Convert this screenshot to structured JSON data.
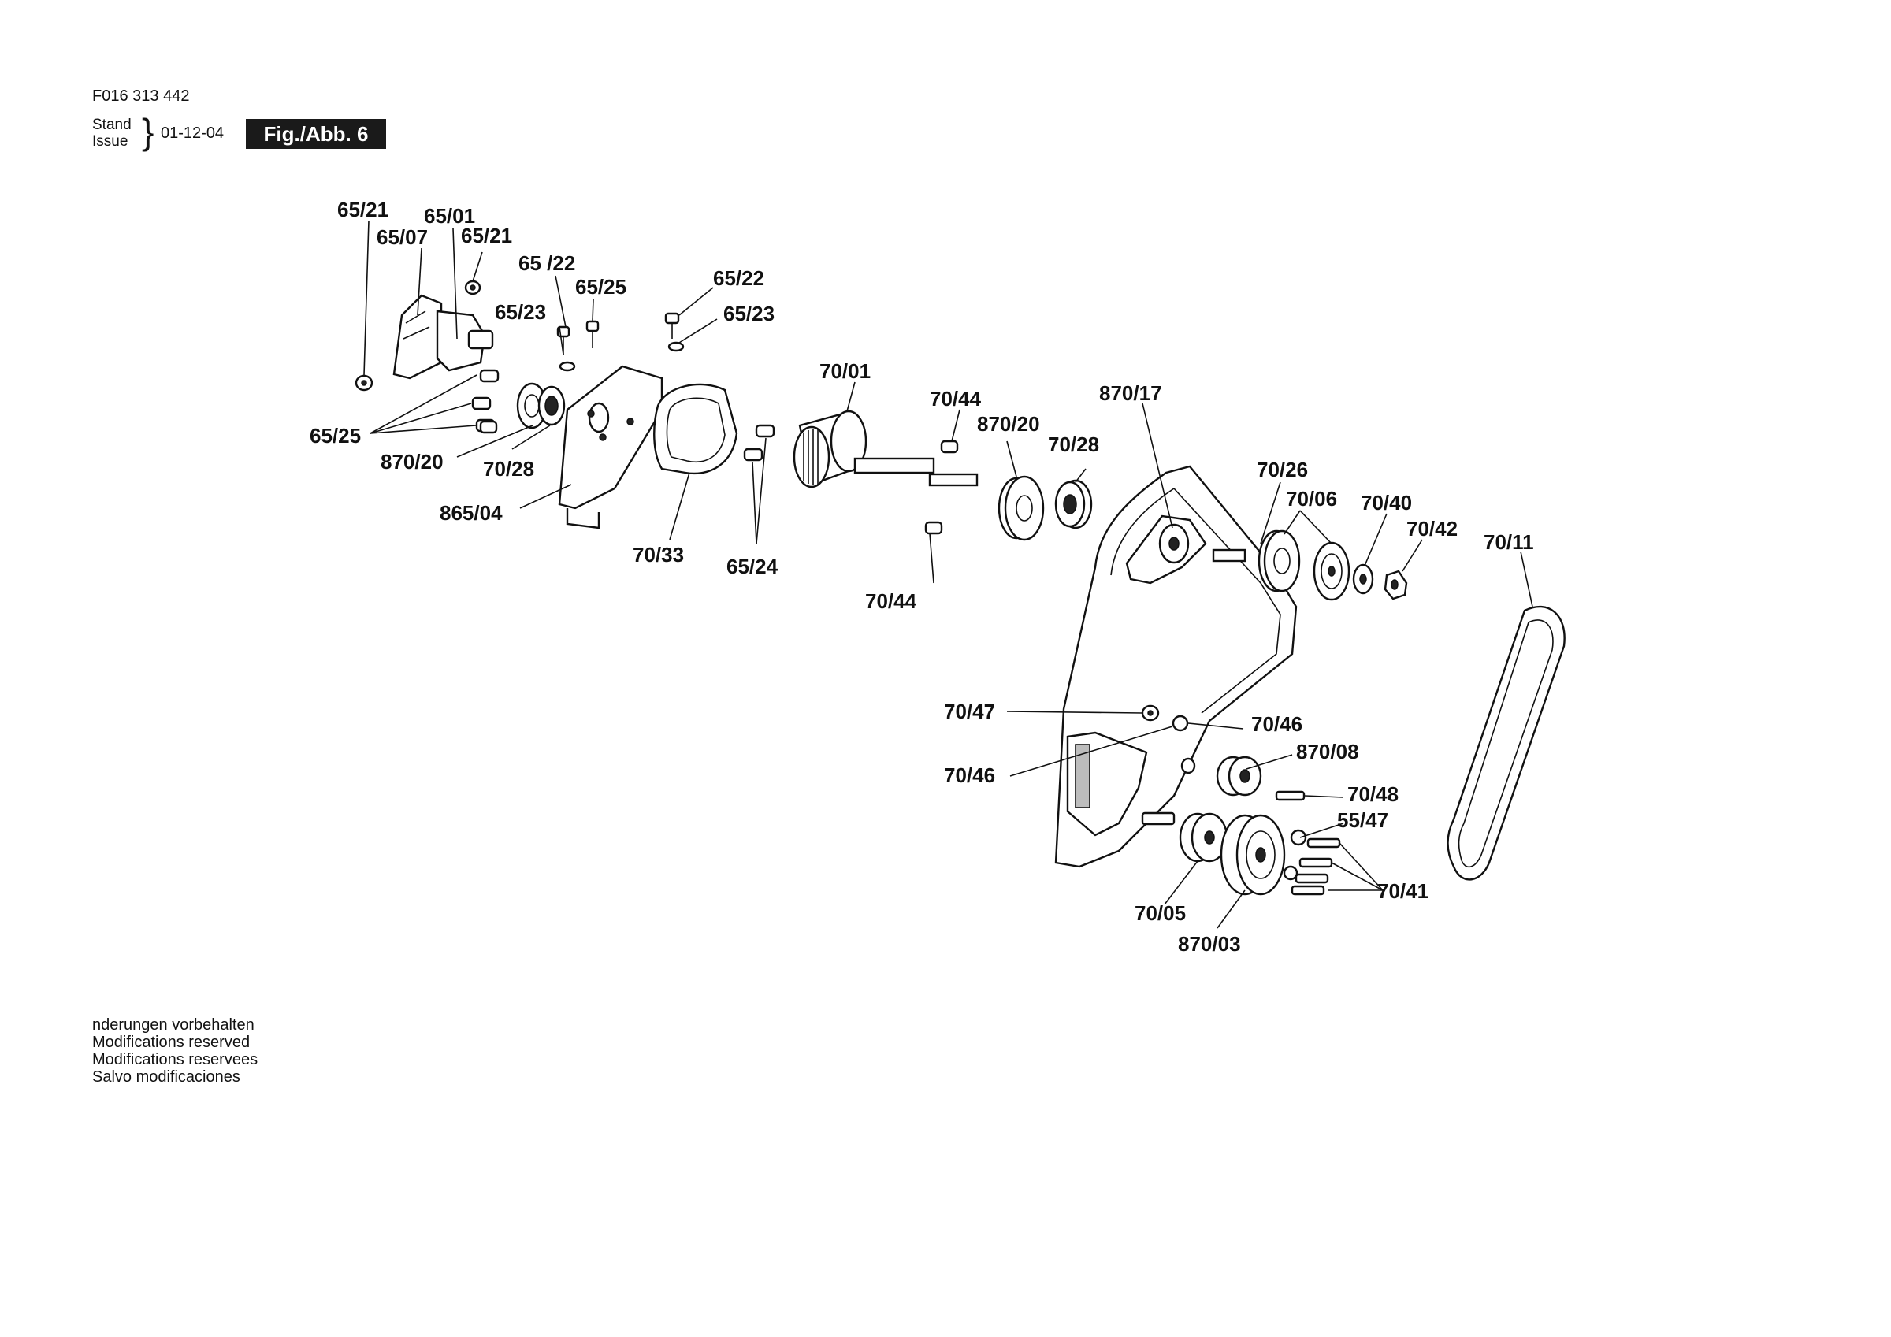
{
  "header": {
    "doc_number": "F016 313 442",
    "stand_label": "Stand",
    "issue_label": "Issue",
    "issue_date": "01-12-04",
    "figure": "Fig./Abb. 6"
  },
  "footer": {
    "lines": [
      "nderungen vorbehalten",
      "Modifications reserved",
      "Modifications reservees",
      "Salvo modificaciones"
    ]
  },
  "labels": {
    "l_65_21_a": "65/21",
    "l_65_01": "65/01",
    "l_65_07": "65/07",
    "l_65_21_b": "65/21",
    "l_65_22_a": "65 /22",
    "l_65_25_a": "65/25",
    "l_65_22_b": "65/22",
    "l_65_23_a": "65/23",
    "l_65_23_b": "65/23",
    "l_65_25_b": "65/25",
    "l_870_20_a": "870/20",
    "l_70_28_a": "70/28",
    "l_865_04": "865/04",
    "l_70_33": "70/33",
    "l_65_24": "65/24",
    "l_70_01": "70/01",
    "l_70_44_a": "70/44",
    "l_870_20_b": "870/20",
    "l_70_28_b": "70/28",
    "l_70_44_b": "70/44",
    "l_870_17": "870/17",
    "l_70_26": "70/26",
    "l_70_06": "70/06",
    "l_70_40": "70/40",
    "l_70_42": "70/42",
    "l_70_11": "70/11",
    "l_70_47": "70/47",
    "l_70_46_a": "70/46",
    "l_70_46_b": "70/46",
    "l_870_08": "870/08",
    "l_70_48": "70/48",
    "l_55_47": "55/47",
    "l_70_41": "70/41",
    "l_70_05": "70/05",
    "l_870_03": "870/03"
  }
}
